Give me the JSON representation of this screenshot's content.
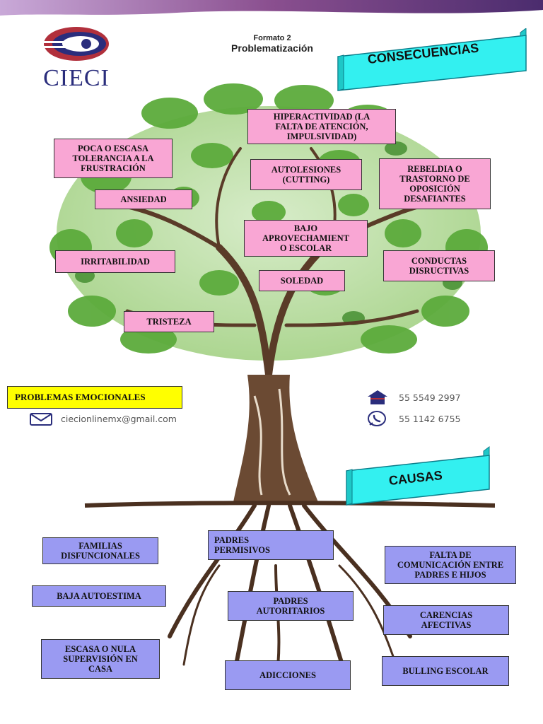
{
  "header": {
    "logo_text": "CIECI",
    "format_label": "Formato 2",
    "format_title": "Problematización"
  },
  "banners": {
    "consequences": "CONSECUENCIAS",
    "causes": "CAUSAS"
  },
  "consequences": {
    "hyperactivity": "HIPERACTIVIDAD (LA\nFALTA DE ATENCIÓN,\nIMPULSIVIDAD)",
    "low_tolerance": "POCA O ESCASA\nTOLERANCIA A LA\nFRUSTRACIÓN",
    "self_harm": "AUTOLESIONES\n(CUTTING)",
    "rebellion": "REBELDIA O\nTRASTORNO DE\nOPOSICIÓN\nDESAFIANTES",
    "anxiety": "ANSIEDAD",
    "low_school": "BAJO\nAPROVECHAMIENT\nO ESCOLAR",
    "irritability": "IRRITABILIDAD",
    "disruptive": "CONDUCTAS\nDISRUCTIVAS",
    "loneliness": "SOLEDAD",
    "sadness": "TRISTEZA"
  },
  "problem": "PROBLEMAS EMOCIONALES",
  "contact": {
    "email": "ciecionlinemx@gmail.com",
    "phone": "55 5549 2997",
    "whatsapp": "55 1142 6755"
  },
  "causes": {
    "dysfunctional": "FAMILIAS\nDISFUNCIONALES",
    "permissive": "PADRES\nPERMISIVOS",
    "communication": "FALTA DE\nCOMUNICACIÓN ENTRE\nPADRES E HIJOS",
    "self_esteem": "BAJA AUTOESTIMA",
    "authoritarian": "PADRES\nAUTORITARIOS",
    "affective": "CARENCIAS\nAFECTIVAS",
    "supervision": "ESCASA O NULA\nSUPERVISIÓN EN\nCASA",
    "addictions": "ADICCIONES",
    "bullying": "BULLING ESCOLAR"
  },
  "colors": {
    "consequence_box": "#f9a6d4",
    "cause_box": "#9a9af2",
    "problem_box": "#ffff00",
    "banner": "#33f0f0",
    "leaf": "#5cab3c",
    "trunk": "#6b4a33"
  },
  "icons": [
    "house-icon",
    "whatsapp-icon",
    "email-icon"
  ]
}
